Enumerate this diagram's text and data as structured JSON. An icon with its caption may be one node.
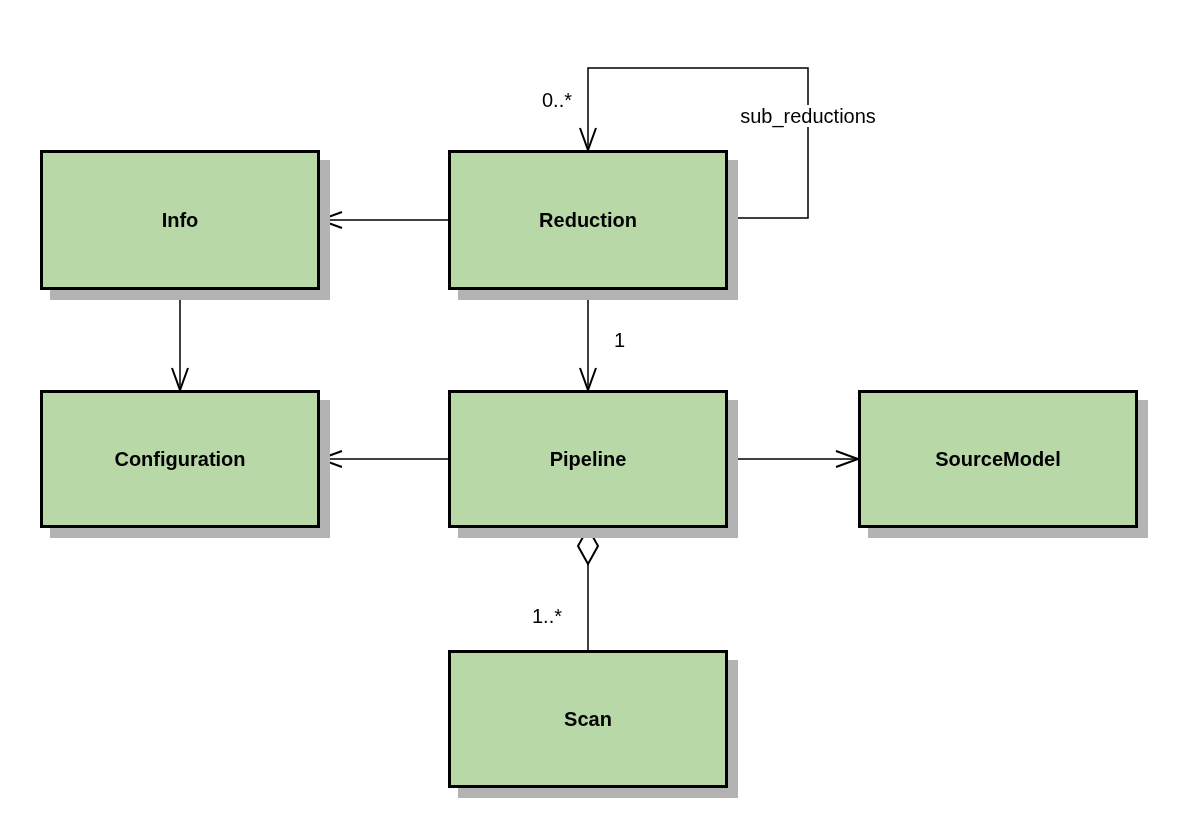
{
  "diagram": {
    "nodes": [
      {
        "text": [
          "Info"
        ]
      },
      {
        "text": [
          "Reduction"
        ]
      },
      {
        "text": [
          "Configuration"
        ]
      },
      {
        "text": [
          "Pipeline"
        ]
      },
      {
        "text": [
          "SourceModel"
        ]
      },
      {
        "text": [
          "Scan"
        ]
      }
    ],
    "edges": [
      {
        "from": 1,
        "to": 1,
        "arrow": "to",
        "label": "sub_reductions"
      },
      {
        "from": 1,
        "to": 0,
        "arrow": "to"
      },
      {
        "from": 0,
        "to": 2,
        "arrow": "to"
      },
      {
        "from": 1,
        "to": 3,
        "arrow": "to",
        "label": "1"
      },
      {
        "from": 3,
        "to": 2,
        "arrow": "to"
      },
      {
        "from": 3,
        "to": 4,
        "arrow": "to"
      },
      {
        "from": 5,
        "to": 3,
        "arrow": "other",
        "label": "1..*"
      }
    ],
    "labels": [
      "0..*"
    ]
  }
}
